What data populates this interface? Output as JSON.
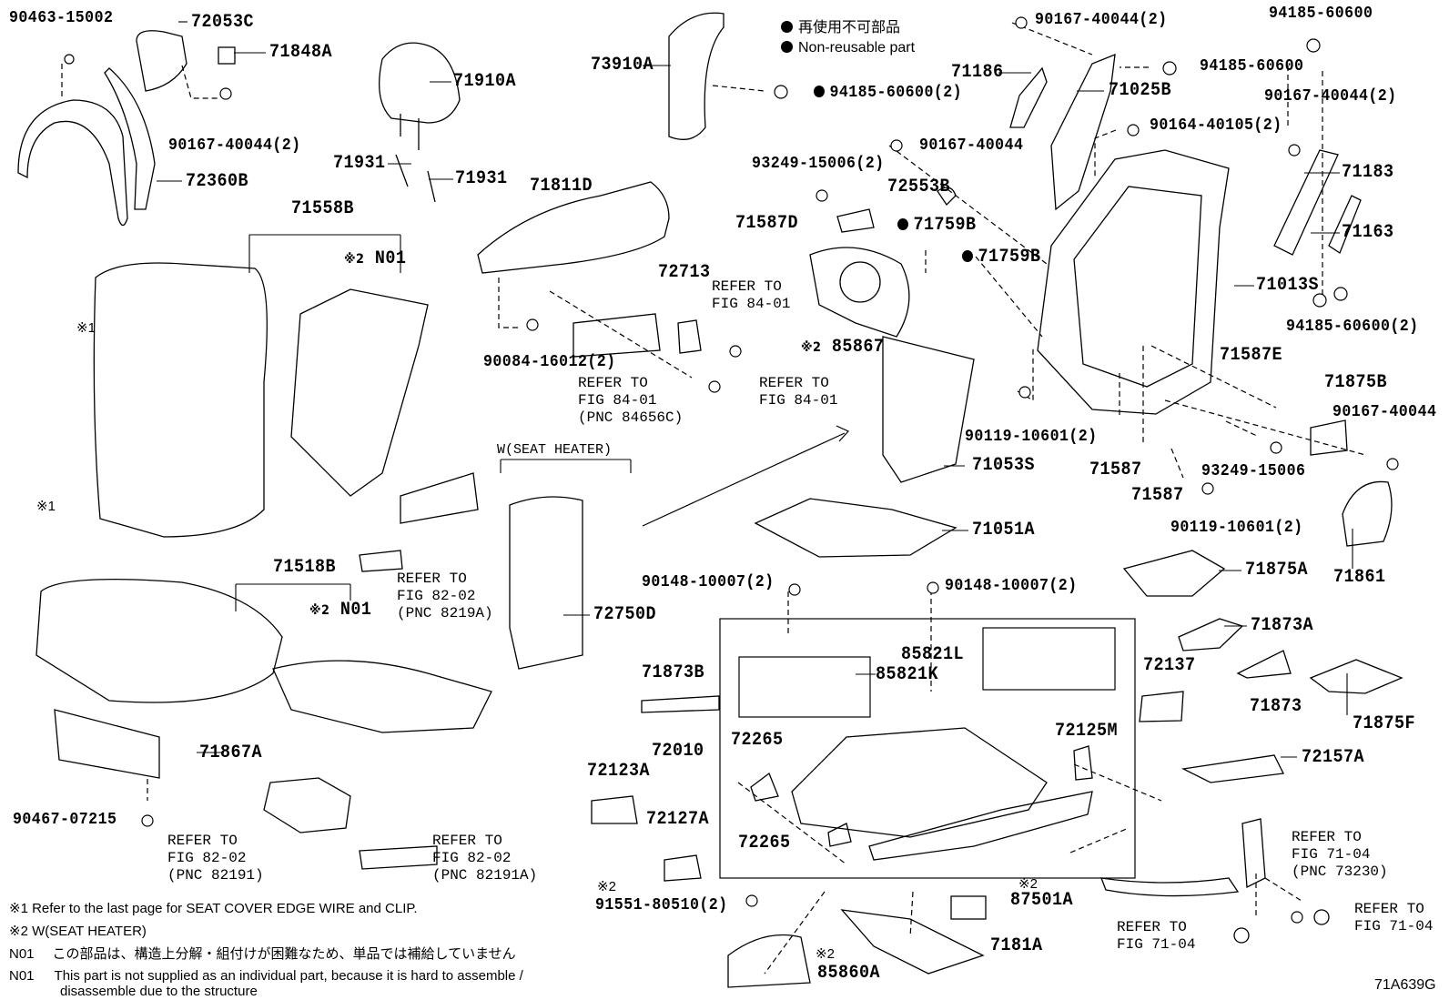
{
  "legend": {
    "non_reusable_jp": "再使用不可部品",
    "non_reusable_en": "Non-reusable part"
  },
  "parts": {
    "p90463": "90463-15002",
    "p72053C": "72053C",
    "p71848A": "71848A",
    "p90167_a": "90167-40044(2)",
    "p72360B": "72360B",
    "p71910A": "71910A",
    "p71931a": "71931",
    "p71931b": "71931",
    "p73910A": "73910A",
    "p94185_2": "94185-60600(2)",
    "p90167_b": "90167-40044(2)",
    "p71186": "71186",
    "p94185_a": "94185-60600",
    "p94185_b": "94185-60600",
    "p71025B": "71025B",
    "p90167_c": "90167-40044(2)",
    "p90164": "90164-40105(2)",
    "p90167_d": "90167-40044",
    "p71183": "71183",
    "p93249_2": "93249-15006(2)",
    "p72553B": "72553B",
    "p71811D": "71811D",
    "p71587D": "71587D",
    "p71759B_a": "71759B",
    "p71759B_b": "71759B",
    "p71163": "71163",
    "p71558B": "71558B",
    "pN01a": "N01",
    "p72713": "72713",
    "p71013S": "71013S",
    "p85867": "85867",
    "p94185_c": "94185-60600(2)",
    "p90084": "90084-16012(2)",
    "p71587E": "71587E",
    "p71875B": "71875B",
    "p90119_a": "90119-10601(2)",
    "p90167_e": "90167-40044",
    "p71587a": "71587",
    "p71587b": "71587",
    "p93249": "93249-15006",
    "p71053S": "71053S",
    "p90119_b": "90119-10601(2)",
    "p71051A": "71051A",
    "p71861": "71861",
    "p90148_a": "90148-10007(2)",
    "p90148_b": "90148-10007(2)",
    "p71875A": "71875A",
    "p71518B": "71518B",
    "pN01b": "N01",
    "p72750D": "72750D",
    "p71873A": "71873A",
    "p85821L": "85821L",
    "p85821K": "85821K",
    "p71873B": "71873B",
    "p72137": "72137",
    "p71873": "71873",
    "p71875F": "71875F",
    "p72125M": "72125M",
    "p72010": "72010",
    "p72265a": "72265",
    "p71867A": "71867A",
    "p72123A": "72123A",
    "p72157A": "72157A",
    "p90467": "90467-07215",
    "p72127A": "72127A",
    "p72265b": "72265",
    "p91551": "91551-80510(2)",
    "p87501A": "87501A",
    "p7181A": "7181A",
    "p85860A": "85860A"
  },
  "refs": {
    "r1": [
      "REFER TO",
      "FIG 84-01"
    ],
    "r2": [
      "REFER TO",
      "FIG 84-01",
      "(PNC 84656C)"
    ],
    "r3": [
      "REFER TO",
      "FIG 84-01"
    ],
    "r4": [
      "REFER TO",
      "FIG 82-02",
      "(PNC 8219A)"
    ],
    "r5": [
      "REFER TO",
      "FIG 82-02",
      "(PNC 82191)"
    ],
    "r6": [
      "REFER TO",
      "FIG 82-02",
      "(PNC 82191A)"
    ],
    "r7": [
      "REFER TO",
      "FIG 71-04",
      "(PNC 73230)"
    ],
    "r8": [
      "REFER TO",
      "FIG 71-04"
    ],
    "r9": [
      "REFER TO",
      "FIG 71-04"
    ]
  },
  "marks": {
    "x1": "※1",
    "x2": "※2",
    "w_seat_heater": "W(SEAT HEATER)"
  },
  "notes": {
    "n1": "※1 Refer to the last page for SEAT COVER EDGE WIRE and CLIP.",
    "n2": "※2 W(SEAT HEATER)",
    "n3_code": "N01",
    "n3_text": "この部品は、構造上分解・組付けが困難なため、単品では補給していません",
    "n4_code": "N01",
    "n4_text_1": "This part is not supplied as an individual part, because it is hard to assemble /",
    "n4_text_2": "disassemble due to the structure"
  },
  "figure_id": "71A639G"
}
